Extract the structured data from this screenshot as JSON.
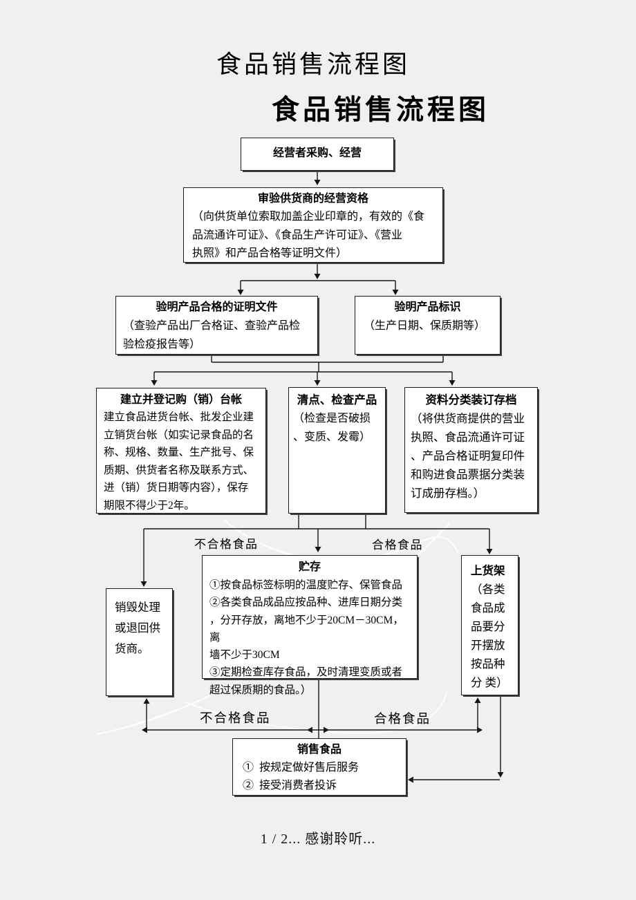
{
  "page": {
    "title_light": "食品销售流程图",
    "title_bold": "食品销售流程图",
    "footer": "1 / 2...  感谢聆听..."
  },
  "flow": {
    "purchase": {
      "title": "经营者采购、经营"
    },
    "verify_supplier": {
      "title": "审验供货商的经营资格",
      "lines": [
        "（向供货单位索取加盖企业印章的，有效的《食",
        "品流通许可证》、《食品生产许可证》、《营业",
        "执照》和产品合格等证明文件）"
      ]
    },
    "verify_cert": {
      "title": "验明产品合格的证明文件",
      "lines": [
        "（查验产品出厂合格证、查验产品检",
        "验检疫报告等）"
      ]
    },
    "verify_label": {
      "title": "验明产品标识",
      "lines": [
        "（生产日期、保质期等）"
      ]
    },
    "ledger": {
      "title": "建立并登记购（销）台帐",
      "lines": [
        "建立食品进货台帐、批发企业建",
        "立销货台帐（如实记录食品的名",
        "称、规格、数量、生产批号、保",
        "质期、供货者名称及联系方式、",
        "进（销）货日期等内容），保存",
        "期限不得少于2年。"
      ]
    },
    "inspect": {
      "title": "清点、检查产品",
      "lines": [
        "（检查是否破损",
        "、变质、发霉）"
      ]
    },
    "archive": {
      "title": "资料分类装订存档",
      "lines": [
        "（将供货商提供的营业",
        "执照、食品流通许可证",
        "、产品合格证明复印件",
        "和购进食品票据分类装",
        "订成册存档。）"
      ]
    },
    "destroy": {
      "lines": [
        "销毁处理",
        "或退回供",
        "货商。"
      ]
    },
    "storage": {
      "title": "贮存",
      "lines": [
        "①按食品标签标明的温度贮存、保管食品",
        "②各类食品成品应按品种、进库日期分类",
        "，分开存放，离地不少于20CM－30CM，离",
        "墙不少于30CM",
        "③定期检查库存食品，及时清理变质或者",
        "超过保质期的食品。）"
      ]
    },
    "shelf": {
      "title": "上货架",
      "lines": [
        "（各类",
        "食品成",
        "品要分",
        "开摆放",
        "按品种",
        "分 类）"
      ]
    },
    "sale": {
      "title": "销售食品",
      "lines": [
        "①  按规定做好售后服务",
        "②  接受消费者投诉"
      ]
    },
    "labels": {
      "unqualified_top": "不合格食品",
      "qualified_top": "合格食品",
      "unqualified_bottom": "不合格食品",
      "qualified_bottom": "合格食品"
    }
  },
  "colors": {
    "line": "#161616",
    "box_border": "#1b1b1b",
    "box_bg": "#ffffff",
    "shadow": "#3f3f3f",
    "page_bg": "#f0f0f0",
    "watermark": "#ffffff"
  }
}
